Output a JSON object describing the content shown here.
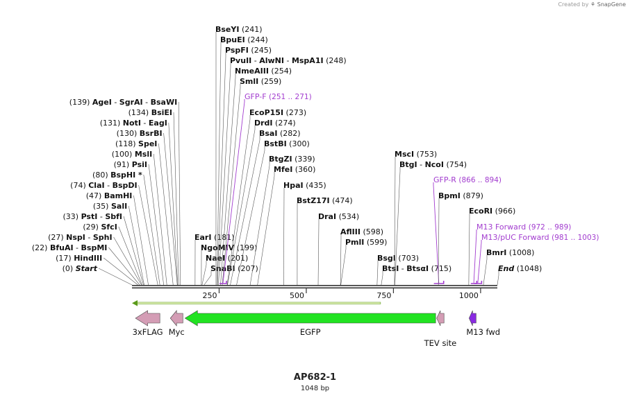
{
  "credit": {
    "prefix": "Created by",
    "brand": "SnapGene"
  },
  "plasmid": {
    "name": "AP682-1",
    "length_label": "1048 bp",
    "length": 1048
  },
  "scale": {
    "ticks": [
      250,
      500,
      750,
      1000
    ]
  },
  "colors": {
    "site_text": "#111111",
    "primer": "#a23ccf",
    "egfp": "#22e322",
    "tag": "#d49db5",
    "m13": "#8a2be2",
    "arrow": "#5a9a1a"
  },
  "sites_left": [
    {
      "pos": 0,
      "labels": [
        "Start"
      ],
      "num": "(0)",
      "italic": true
    },
    {
      "pos": 17,
      "labels": [
        "HindIII"
      ],
      "num": "(17)"
    },
    {
      "pos": 22,
      "labels": [
        "BfuAI",
        "BspMI"
      ],
      "num": "(22)"
    },
    {
      "pos": 27,
      "labels": [
        "NspI",
        "SphI"
      ],
      "num": "(27)"
    },
    {
      "pos": 29,
      "labels": [
        "SfcI"
      ],
      "num": "(29)"
    },
    {
      "pos": 33,
      "labels": [
        "PstI",
        "SbfI"
      ],
      "num": "(33)"
    },
    {
      "pos": 35,
      "labels": [
        "SalI"
      ],
      "num": "(35)"
    },
    {
      "pos": 47,
      "labels": [
        "BamHI"
      ],
      "num": "(47)"
    },
    {
      "pos": 74,
      "labels": [
        "ClaI",
        "BspDI"
      ],
      "num": "(74)"
    },
    {
      "pos": 80,
      "labels": [
        "BspHI *"
      ],
      "num": "(80)"
    },
    {
      "pos": 91,
      "labels": [
        "PsiI"
      ],
      "num": "(91)"
    },
    {
      "pos": 100,
      "labels": [
        "MslI"
      ],
      "num": "(100)"
    },
    {
      "pos": 118,
      "labels": [
        "SpeI"
      ],
      "num": "(118)"
    },
    {
      "pos": 130,
      "labels": [
        "BsrBI"
      ],
      "num": "(130)"
    },
    {
      "pos": 131,
      "labels": [
        "NotI",
        "EagI"
      ],
      "num": "(131)"
    },
    {
      "pos": 134,
      "labels": [
        "BsiEI"
      ],
      "num": "(134)"
    },
    {
      "pos": 139,
      "labels": [
        "AgeI",
        "SgrAI",
        "BsaWI"
      ],
      "num": "(139)"
    }
  ],
  "sites_right": [
    {
      "pos": 181,
      "labels": [
        "EarI"
      ],
      "num": "(181)"
    },
    {
      "pos": 199,
      "labels": [
        "NgoMIV"
      ],
      "num": "(199)"
    },
    {
      "pos": 201,
      "labels": [
        "NaeI"
      ],
      "num": "(201)"
    },
    {
      "pos": 207,
      "labels": [
        "SnaBI"
      ],
      "num": "(207)"
    },
    {
      "pos": 241,
      "labels": [
        "BseYI"
      ],
      "num": "(241)"
    },
    {
      "pos": 244,
      "labels": [
        "BpuEI"
      ],
      "num": "(244)"
    },
    {
      "pos": 245,
      "labels": [
        "PspFI"
      ],
      "num": "(245)"
    },
    {
      "pos": 248,
      "labels": [
        "PvuII",
        "AlwNI",
        "MspA1I"
      ],
      "num": "(248)"
    },
    {
      "pos": 254,
      "labels": [
        "NmeAIII"
      ],
      "num": "(254)"
    },
    {
      "pos": 259,
      "labels": [
        "SmlI"
      ],
      "num": "(259)"
    },
    {
      "pos": 273,
      "labels": [
        "EcoP15I"
      ],
      "num": "(273)"
    },
    {
      "pos": 274,
      "labels": [
        "DrdI"
      ],
      "num": "(274)"
    },
    {
      "pos": 282,
      "labels": [
        "BsaI"
      ],
      "num": "(282)"
    },
    {
      "pos": 300,
      "labels": [
        "BstBI"
      ],
      "num": "(300)"
    },
    {
      "pos": 339,
      "labels": [
        "BtgZI"
      ],
      "num": "(339)"
    },
    {
      "pos": 360,
      "labels": [
        "MfeI"
      ],
      "num": "(360)"
    },
    {
      "pos": 435,
      "labels": [
        "HpaI"
      ],
      "num": "(435)"
    },
    {
      "pos": 474,
      "labels": [
        "BstZ17I"
      ],
      "num": "(474)"
    },
    {
      "pos": 534,
      "labels": [
        "DraI"
      ],
      "num": "(534)"
    },
    {
      "pos": 598,
      "labels": [
        "AflIII"
      ],
      "num": "(598)"
    },
    {
      "pos": 599,
      "labels": [
        "PmlI"
      ],
      "num": "(599)"
    },
    {
      "pos": 703,
      "labels": [
        "BsgI"
      ],
      "num": "(703)"
    },
    {
      "pos": 715,
      "labels": [
        "BtsI",
        "BtsαI"
      ],
      "num": "(715)"
    },
    {
      "pos": 753,
      "labels": [
        "MscI"
      ],
      "num": "(753)"
    },
    {
      "pos": 754,
      "labels": [
        "BtgI",
        "NcoI"
      ],
      "num": "(754)"
    },
    {
      "pos": 879,
      "labels": [
        "BpmI"
      ],
      "num": "(879)"
    },
    {
      "pos": 966,
      "labels": [
        "EcoRI"
      ],
      "num": "(966)"
    },
    {
      "pos": 1008,
      "labels": [
        "BmrI"
      ],
      "num": "(1008)"
    },
    {
      "pos": 1048,
      "labels": [
        "End"
      ],
      "num": "(1048)",
      "italic": true
    }
  ],
  "primers": [
    {
      "name": "GFP-F",
      "range": "(251 .. 271)",
      "start": 251,
      "end": 271
    },
    {
      "name": "GFP-R",
      "range": "(866 .. 894)",
      "start": 866,
      "end": 894
    },
    {
      "name": "M13 Forward",
      "range": "(972 .. 989)",
      "start": 972,
      "end": 989
    },
    {
      "name": "M13/pUC Forward",
      "range": "(981 .. 1003)",
      "start": 981,
      "end": 1003
    }
  ],
  "features": [
    {
      "name": "3xFLAG",
      "start": 10,
      "end": 80,
      "dir": "rev",
      "color": "#d49db5"
    },
    {
      "name": "Myc",
      "start": 110,
      "end": 146,
      "dir": "rev",
      "color": "#d49db5"
    },
    {
      "name": "EGFP",
      "start": 152,
      "end": 871,
      "dir": "rev",
      "color": "#22e322"
    },
    {
      "name": "TEV site",
      "start": 874,
      "end": 895,
      "dir": "rev",
      "color": "#d49db5"
    },
    {
      "name": "M13 fwd",
      "start": 967,
      "end": 987,
      "dir": "rev",
      "color": "#8a2be2"
    }
  ],
  "orf": {
    "start": 0,
    "end": 713,
    "dir": "rev"
  }
}
